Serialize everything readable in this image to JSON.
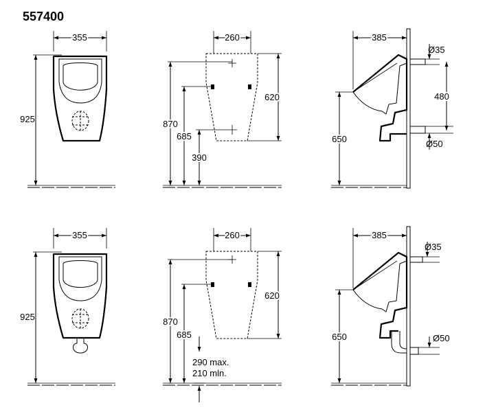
{
  "title": "557400",
  "dimensions": {
    "top": {
      "front_width": "355",
      "front_height": "925",
      "plate_width": "260",
      "plate_height_870": "870",
      "plate_height_685": "685",
      "plate_height_390": "390",
      "plate_span_620": "620",
      "side_depth": "385",
      "inlet_dia": "Ø35",
      "inlet_spacing": "480",
      "rim_height": "650",
      "outlet_dia": "Ø50"
    },
    "bottom": {
      "front_width": "355",
      "front_height": "925",
      "plate_width": "260",
      "plate_height_870": "870",
      "plate_height_685": "685",
      "plate_span_620": "620",
      "drain_max": "290 max.",
      "drain_min": "210 mln.",
      "side_depth": "385",
      "inlet_dia": "Ø35",
      "rim_height": "650",
      "outlet_dia": "Ø50"
    }
  }
}
